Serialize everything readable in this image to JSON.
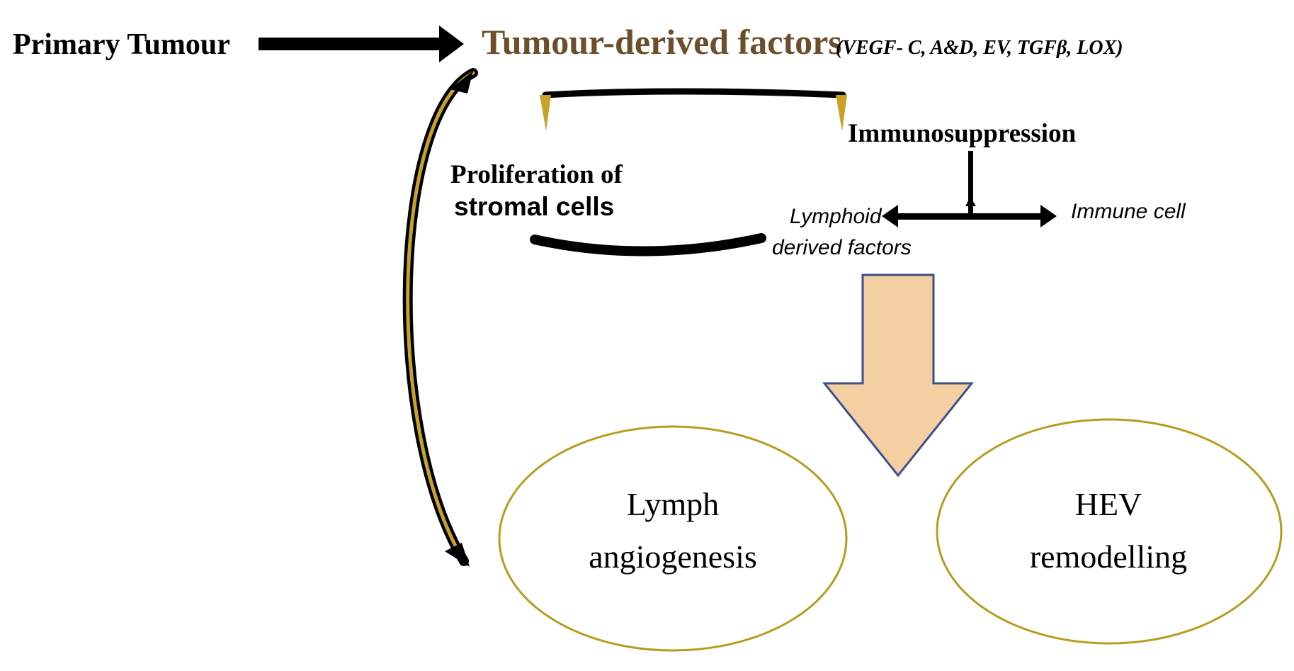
{
  "diagram": {
    "primary_tumour": "Primary Tumour",
    "tumour_derived_factors": "Tumour-derived factors",
    "factors_list": "(VEGF- C, A&D, EV, TGFβ, LOX)",
    "immunosuppression": "Immunosuppression",
    "proliferation": {
      "line1": "Proliferation of",
      "line2": "stromal cells"
    },
    "lymphoid_derived": {
      "line1": "Lymphoid",
      "line2": "derived factors"
    },
    "immune_cell": "Immune cell",
    "lymph_angiogenesis": {
      "line1": "Lymph",
      "line2": "angiogenesis"
    },
    "hev_remodelling": {
      "line1": "HEV",
      "line2": "remodelling"
    }
  },
  "colors": {
    "title_brown": "#6b4f2a",
    "ellipse_outline": "#b79d1f",
    "big_arrow_fill": "#f3cfa1",
    "big_arrow_outline": "#3b4f8f",
    "gold_accent": "#c9a227"
  }
}
